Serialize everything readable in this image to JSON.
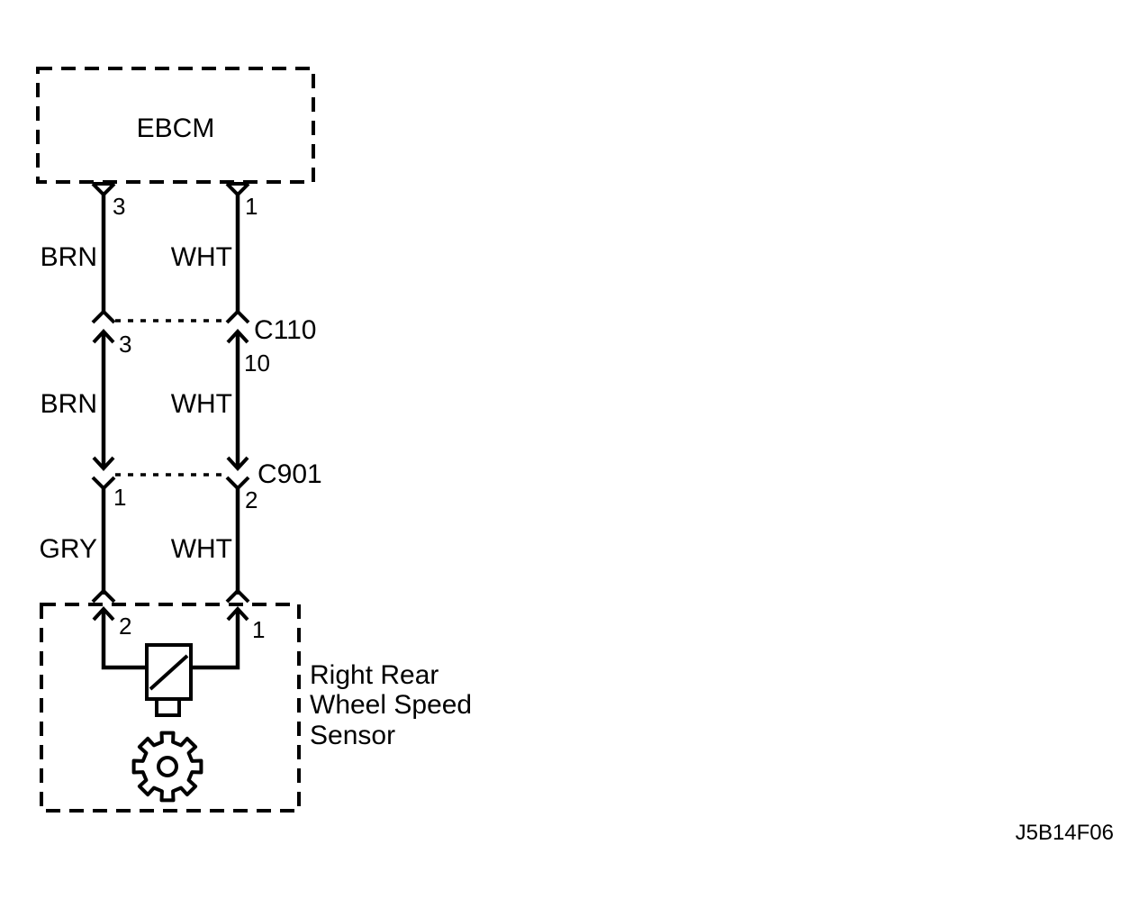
{
  "ebcm": {
    "label": "EBCM",
    "pin_brn": "3",
    "pin_wht": "1"
  },
  "harness_upper": {
    "left_wire": "BRN",
    "right_wire": "WHT"
  },
  "connector_c110": {
    "label": "C110",
    "pin_left": "3",
    "pin_right": "10"
  },
  "harness_middle": {
    "left_wire": "BRN",
    "right_wire": "WHT"
  },
  "connector_c901": {
    "label": "C901",
    "pin_left": "1",
    "pin_right": "2"
  },
  "harness_lower": {
    "left_wire": "GRY",
    "right_wire": "WHT"
  },
  "sensor": {
    "pin_left": "2",
    "pin_right": "1",
    "label_lines": [
      "Right Rear",
      "Wheel Speed",
      "Sensor"
    ]
  },
  "figure_id": "J5B14F06"
}
